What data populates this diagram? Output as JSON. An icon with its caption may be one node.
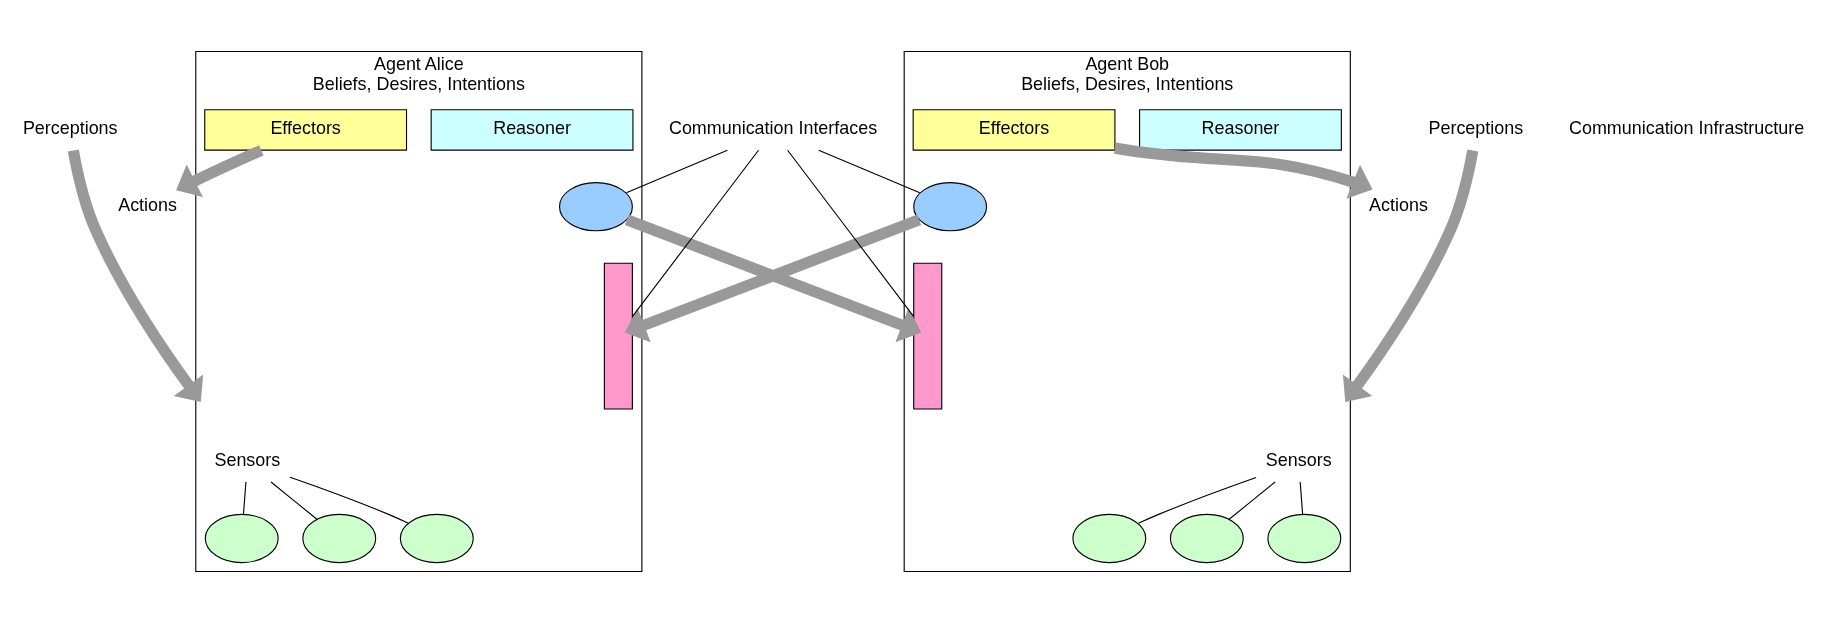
{
  "diagram": {
    "nodes": [
      {
        "text": [
          "Agent Alice",
          "Beliefs, Desires, Intentions"
        ]
      },
      {
        "text": [
          "Sensors"
        ],
        "in": 0
      },
      {
        "text": [],
        "shape": "ellipse",
        "in": 0
      },
      {
        "text": [],
        "shape": "ellipse",
        "in": 0
      },
      {
        "text": [],
        "shape": "ellipse",
        "in": 0
      },
      {
        "text": [],
        "shape": "ellipse",
        "in": 0
      },
      {
        "text": [],
        "shape": "bar",
        "in": 0
      },
      {
        "text": [
          "Reasoner"
        ],
        "in": 0
      },
      {
        "text": [
          "Effectors"
        ],
        "in": 0
      },
      {
        "text": [
          "Perceptions"
        ]
      },
      {
        "text": [
          "Actions"
        ]
      },
      {
        "text": [
          "Agent Bob",
          "Beliefs, Desires, Intentions"
        ]
      },
      {
        "text": [
          "Sensors"
        ],
        "in": 11
      },
      {
        "text": [],
        "shape": "ellipse",
        "in": 11
      },
      {
        "text": [],
        "shape": "ellipse",
        "in": 11
      },
      {
        "text": [],
        "shape": "ellipse",
        "in": 11
      },
      {
        "text": [],
        "shape": "ellipse",
        "in": 11
      },
      {
        "text": [],
        "shape": "bar",
        "in": 11
      },
      {
        "text": [
          "Reasoner"
        ],
        "in": 11
      },
      {
        "text": [
          "Effectors"
        ],
        "in": 11
      },
      {
        "text": [
          "Perceptions"
        ]
      },
      {
        "text": [
          "Actions"
        ]
      },
      {
        "text": [
          "Communication Interfaces"
        ]
      }
    ],
    "edges": [
      {
        "from": 1,
        "to": 2,
        "arrow": "none"
      },
      {
        "from": 1,
        "to": 3,
        "arrow": "none"
      },
      {
        "from": 1,
        "to": 4,
        "arrow": "none"
      },
      {
        "from": 9,
        "to": 0,
        "arrow": "to",
        "style": "thick",
        "color": "#999999"
      },
      {
        "from": 8,
        "to": 10,
        "arrow": "to",
        "style": "thick",
        "color": "#999999"
      },
      {
        "from": 12,
        "to": 13,
        "arrow": "none"
      },
      {
        "from": 12,
        "to": 14,
        "arrow": "none"
      },
      {
        "from": 12,
        "to": 15,
        "arrow": "none"
      },
      {
        "from": 20,
        "to": 11,
        "arrow": "to",
        "style": "thick",
        "color": "#999999"
      },
      {
        "from": 19,
        "to": 21,
        "arrow": "to",
        "style": "thick",
        "color": "#999999"
      },
      {
        "from": 5,
        "to": 17,
        "arrow": "to",
        "style": "thick",
        "color": "#999999"
      },
      {
        "from": 16,
        "to": 6,
        "arrow": "to",
        "style": "thick",
        "color": "#999999"
      },
      {
        "from": 22,
        "to": 5,
        "arrow": "none"
      },
      {
        "from": 22,
        "to": 6,
        "arrow": "none"
      },
      {
        "from": 22,
        "to": 16,
        "arrow": "none"
      },
      {
        "from": 22,
        "to": 17,
        "arrow": "none"
      }
    ],
    "labels": [
      "Communication Infrastructure"
    ]
  }
}
